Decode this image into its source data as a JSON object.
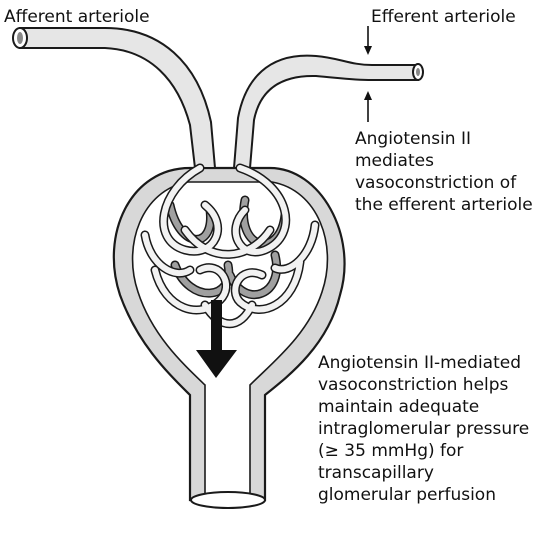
{
  "labels": {
    "afferent": "Afferent arteriole",
    "efferent": "Efferent  arteriole",
    "angiotensin_constriction": "Angiotensin II\nmediates\nvasoconstriction of\nthe efferent arteriole",
    "pressure_note": "Angiotensin II-mediated\nvasoconstriction helps\nmaintain adequate\nintraglomerular pressure\n(≥ 35 mmHg) for\ntranscapillary\nglomerular perfusion"
  },
  "colors": {
    "outline": "#1a1a1a",
    "vessel_fill": "#e6e6e6",
    "capsule_fill": "#d2d2d2",
    "capillary_dark": "#a0a0a0",
    "capillary_light": "#f2f2f2",
    "arrow": "#111111"
  }
}
